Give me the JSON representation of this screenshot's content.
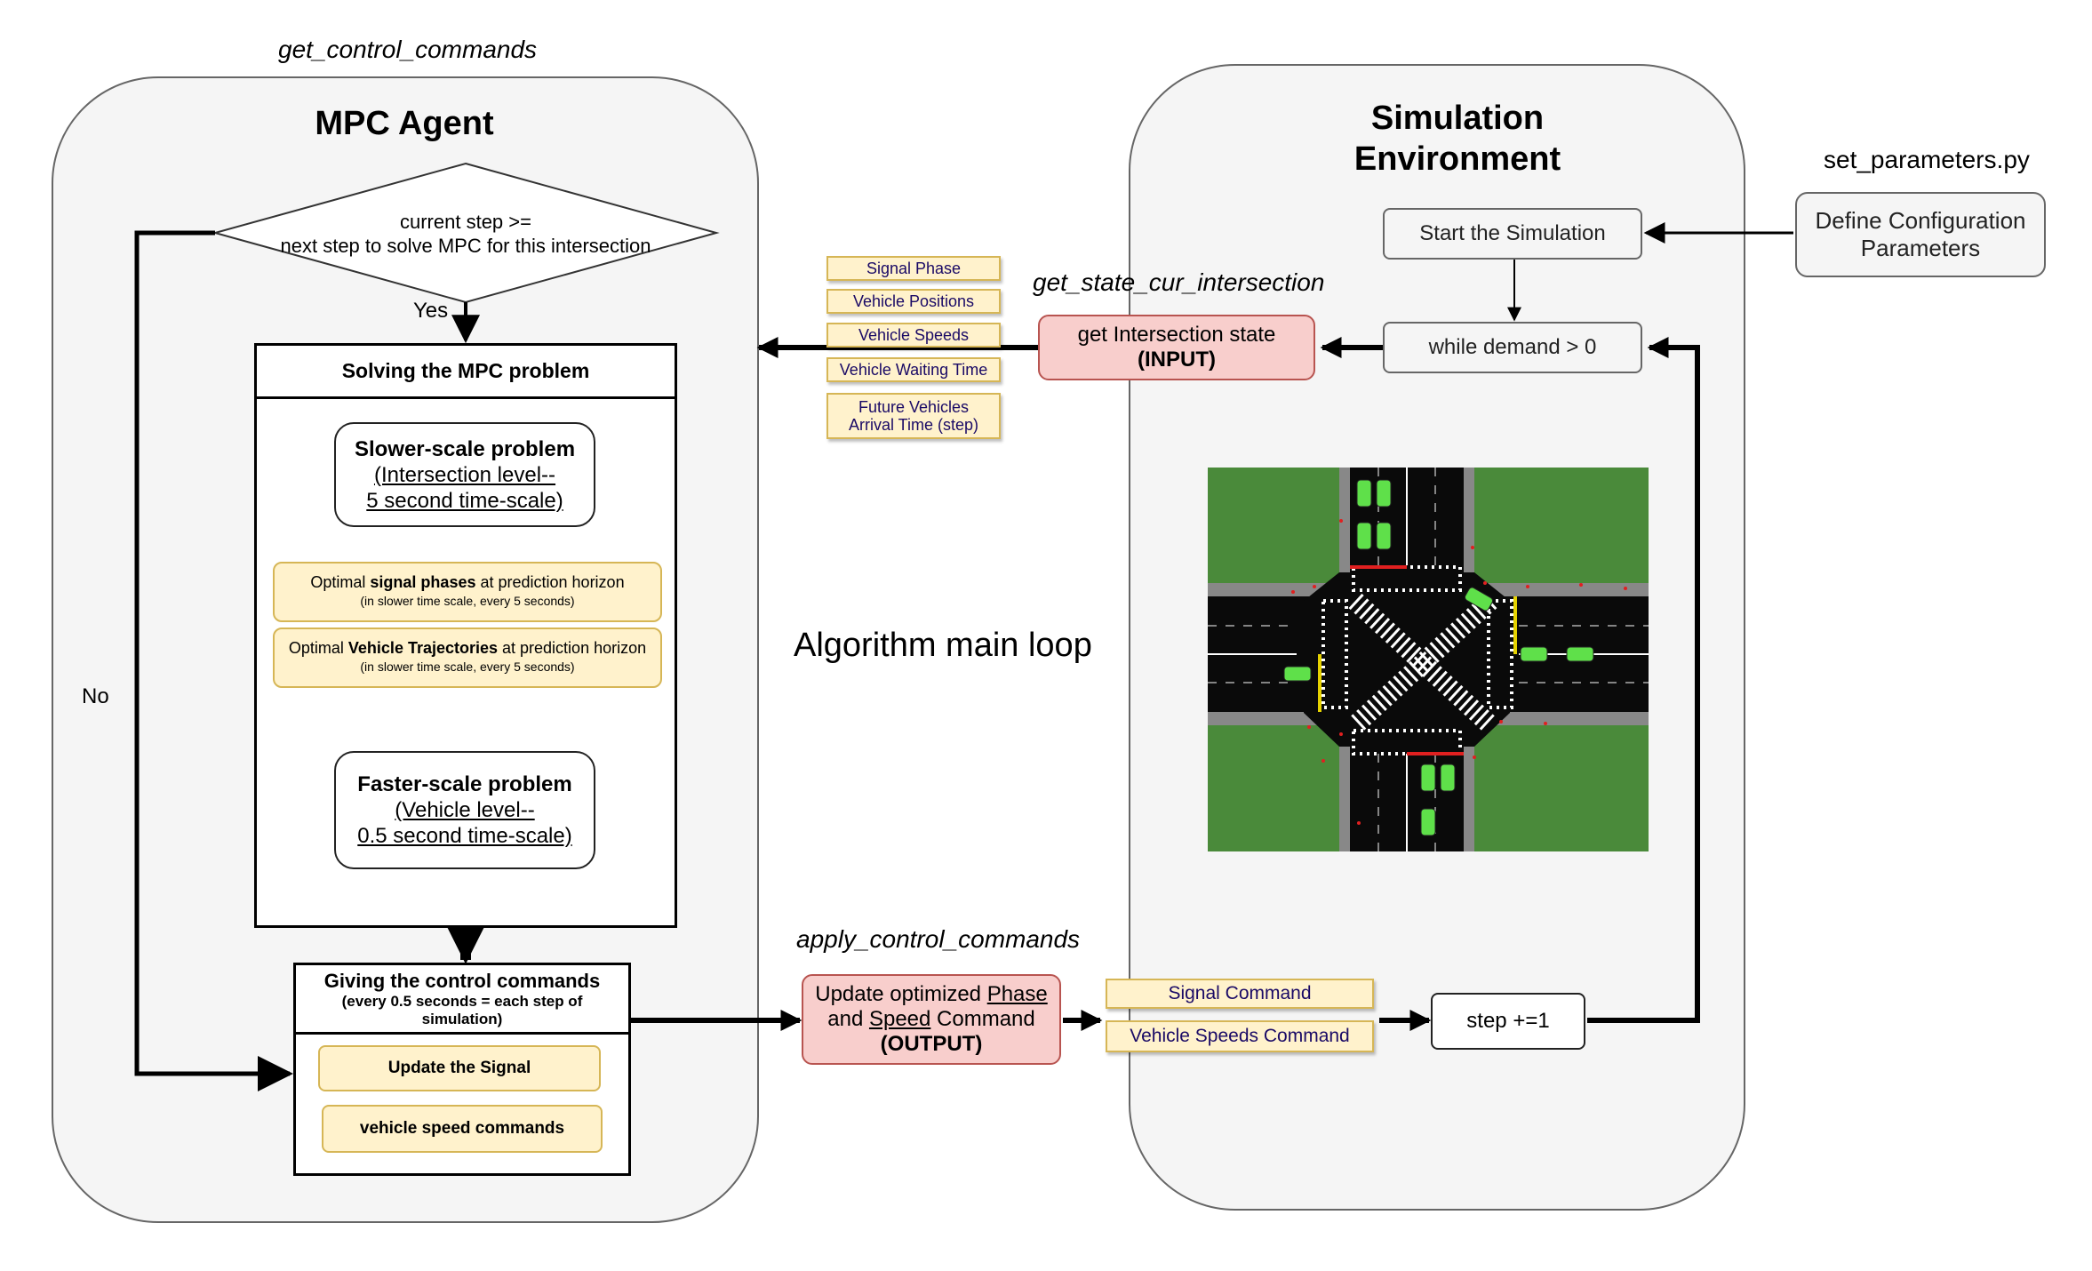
{
  "labels": {
    "get_control_commands": "get_control_commands",
    "get_state_cur_intersection": "get_state_cur_intersection",
    "apply_control_commands": "apply_control_commands",
    "set_parameters": "set_parameters.py",
    "algorithm_main_loop": "Algorithm main loop",
    "yes": "Yes",
    "no": "No"
  },
  "mpc_agent": {
    "title": "MPC Agent",
    "decision": {
      "line1": "current step >=",
      "line2": "next step to solve MPC for this intersection"
    },
    "solving": {
      "header": "Solving the MPC problem",
      "slower": {
        "bold": "Slower-scale problem",
        "line2": "(Intersection level--",
        "line3": "5 second time-scale)"
      },
      "signal_phases": {
        "pre": "Optimal ",
        "bold": "signal phases",
        "post": " at prediction horizon",
        "sub": "(in slower time scale, every 5 seconds)"
      },
      "trajectories": {
        "pre": "Optimal ",
        "bold": "Vehicle Trajectories",
        "post": " at prediction horizon",
        "sub": "(in slower time scale, every 5 seconds)"
      },
      "faster": {
        "bold": "Faster-scale problem",
        "line2": "(Vehicle level--",
        "line3": "0.5 second time-scale)"
      }
    },
    "giving": {
      "header_line1": "Giving the control commands",
      "header_line2": "(every 0.5 seconds = each step of",
      "header_line3": "simulation)",
      "update_signal": "Update the Signal",
      "speed_commands": "vehicle speed commands"
    }
  },
  "state_tags": [
    "Signal Phase",
    "Vehicle Positions",
    "Vehicle Speeds",
    "Vehicle Waiting Time",
    "Future Vehicles",
    "Arrival Time (step)"
  ],
  "get_state": {
    "line1": "get Intersection state",
    "line2": "(INPUT)"
  },
  "update": {
    "pre": "Update optimized ",
    "phase": "Phase",
    "and": "and ",
    "speed": "Speed",
    "cmd": " Command",
    "output": "(OUTPUT)"
  },
  "command_tags": [
    "Signal Command",
    "Vehicle Speeds Command"
  ],
  "simulation": {
    "title_line1": "Simulation",
    "title_line2": "Environment",
    "start": "Start the Simulation",
    "while": "while demand > 0",
    "step": "step +=1"
  },
  "config": {
    "line1": "Define Configuration",
    "line2": "Parameters"
  },
  "colors": {
    "panel": "#f5f5f5",
    "yellow": "#fff2cc",
    "pink": "#f8cecc",
    "grass": "#4a8a3a",
    "road": "#0a0a0a",
    "car": "#5fe04a"
  }
}
